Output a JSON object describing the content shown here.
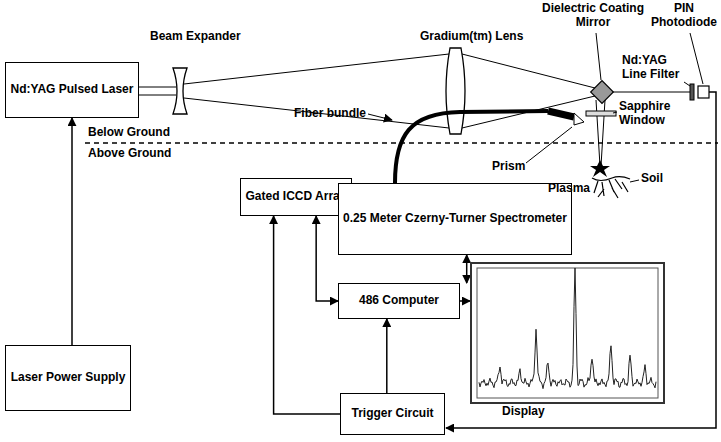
{
  "diagram": {
    "nodes": [
      {
        "text": [
          "Nd:YAG Pulsed Laser"
        ]
      },
      {
        "text": [
          "Gated ICCD Array"
        ]
      },
      {
        "text": [
          "0.25 Meter Czerny-Turner Spectrometer"
        ]
      },
      {
        "text": [
          "486 Computer"
        ]
      },
      {
        "text": [
          "Display"
        ]
      },
      {
        "text": [
          "Laser Power Supply"
        ]
      },
      {
        "text": [
          "Trigger Circuit"
        ]
      }
    ],
    "edges": [
      {
        "from": 5,
        "to": 0,
        "arrow": "to"
      },
      {
        "from": 2,
        "to": 3,
        "arrow": "both"
      },
      {
        "from": 3,
        "to": 1,
        "arrow": "both"
      },
      {
        "from": 6,
        "to": 1,
        "arrow": "to"
      },
      {
        "from": 6,
        "to": 3,
        "arrow": "to"
      },
      {
        "from": 3,
        "to": 4,
        "arrow": "to"
      }
    ],
    "labels": [
      "Beam Expander",
      "Gradium(tm) Lens",
      "Dielectric Coating Mirror",
      "PIN Photodiode",
      "Nd:YAG Line Filter",
      "Sapphire Window",
      "Fiber bundle",
      "Prism",
      "Plasma",
      "Soil",
      "Below Ground",
      "Above Ground"
    ]
  }
}
